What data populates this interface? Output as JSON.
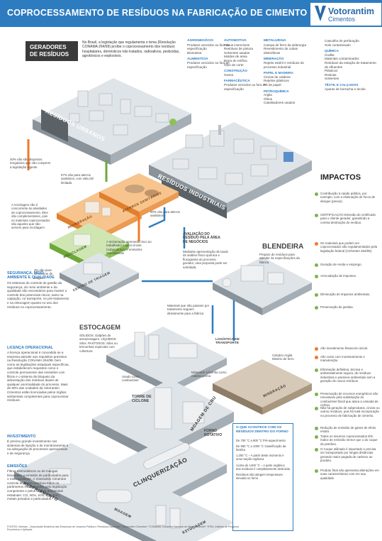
{
  "header": {
    "title": "COPROCESSAMENTO DE RESÍDUOS NA FABRICAÇÃO DE CIMENTO",
    "logo_name": "Votorantim",
    "logo_sub": "Cimentos"
  },
  "generators": {
    "label_line1": "GERADORES",
    "label_line2": "DE RESÍDUOS",
    "intro": "No Brasil, a legislação que regulamenta o tema (Resolução CONAMA 264/99) proíbe o coprocessamento dos resíduos hospitalares, domésticos não tratados, radioativos, pesticidas, agrotóxicos e explosivos.",
    "categories": [
      {
        "title": "AGRONEGÓCIO",
        "items": [
          "Produtos vencidos ou fora de especificação",
          "Biomassa"
        ],
        "sub_title": "ALIMENTÍCIA",
        "sub_items": [
          "Produtos vencidos ou fora de especificação"
        ]
      },
      {
        "title": "AUTOMOTIVA",
        "items": [
          "Pneus inservíveis",
          "Resíduos de pintura",
          "Solventes usados",
          "Moldes de areia",
          "Borra de retífica",
          "Óleo de corte"
        ],
        "sub_title": "CONSTRUÇÃO",
        "sub_items": [
          "Gesso"
        ],
        "sub2_title": "FARMACÊUTICA",
        "sub2_items": [
          "Produtos vencidos ou fora de especificação"
        ]
      },
      {
        "title": "METALURGIA",
        "items": [
          "Carepa de ferro da siderurgia",
          "Revestimento de cubas eletrolíticas"
        ],
        "sub_title": "MINERAÇÃO",
        "sub_items": [
          "Rejeito estéril e resíduos do processo industrial"
        ],
        "sub2_title": "PAPEL E MADEIRA",
        "sub2_items": [
          "Cinzas de caldeira",
          "Rejeitos plásticos",
          "Pó de papel"
        ],
        "sub3_title": "PETROQUÍMICA",
        "sub3_items": [
          "Argila",
          "Óleos",
          "Catalisadores usados"
        ]
      },
      {
        "title": "",
        "items": [
          "Cascalho de perfuração",
          "Solo contaminado"
        ],
        "sub_title": "QUÍMICA",
        "sub_items": [
          "Grafite",
          "Materiais contaminados",
          "Resíduos da estação de tratamento de efluentes",
          "Plásticos",
          "Resinas",
          "Solventes"
        ],
        "sub2_title": "TÊXTIL E CALÇADOS",
        "sub2_items": [
          "Aparas de borracha e tecido"
        ]
      }
    ]
  },
  "platforms": {
    "urban": "RESÍDUOS URBANOS",
    "industrial": "RESÍDUOS INDUSTRIAIS",
    "incineracao": "INCINERAÇÃO",
    "aterros": "ATERROS SANITÁRIOS",
    "reciclagem": "RECICLAGEM",
    "centro_triagem": "CENTRO DE TRIAGEM",
    "blendeira": "BLENDEIRA",
    "estocagem": "ESTOCAGEM",
    "torre": "TORRE DE CICLONE",
    "moagem_cru": "MOAGEM DE CRU",
    "mineracao": "MINERAÇÃO",
    "forno": "FORNO ROTATIVO",
    "clinquerizacao": "CLINQUERIZAÇÃO",
    "resfriamento": "RESFRIAMENTO",
    "moagem": "MOAGEM",
    "expedicao": "ESTOCAGEM"
  },
  "notes": {
    "pct40": "40% não são dispostos irregulares que não cumprem a legislação vigente",
    "pct57": "57% são para aterros sanitários, com vida útil limitada",
    "pct3": "3% são para os centros de triagem",
    "reciclagem_note": "A reciclagem não é concorrente às atividades de coprocessamento. Eles são complementares, pois os materiais coprocessados são aqueles que não servem para reciclagem",
    "pct90": "90% vão para aterros sanitários",
    "incineracao_note": "A incineração apresenta risco ao trabalhador e gera cinzas (subprodutos) e emissões atmosféricas",
    "avaliacao": "AVALIAÇÃO DO RESÍDUO PELA ÁREA DE NEGÓCIOS",
    "avaliacao_text": "Mediante apresentação de laudo de análise físico-química e fluxograma do processo gerador, uma proposta pode ser solicitada.",
    "blendeira_text": "Preparo de resíduos para atender às especificações da fábrica",
    "materiais": "Materiais que não passam por tratamento seguem diretamente para a fábrica",
    "logistica": "LOGÍSTICA DE TRANSPORTE",
    "estocagem_text": "SÓLIDOS: Galpões de armazenagem. LÍQUIDOS: Silos. PASTOSOS: Silos ou tremonhas especiais com cobertura",
    "calcario": "Calcário Argila Minério de ferro",
    "usado_como": "Usado como combustível",
    "misturado": "Misturado à farinha como matéria-prima"
  },
  "left": [
    {
      "title": "SEGURANÇA, MEIO AMBIENTE E QUALIDADE",
      "text": "Os sistemas de controle de gestão da segurança, do meio ambiente e da qualidade são necessários para manter o controle dos potenciais riscos, tanto na captação, no transporte, no pré-tratamento e na estocagem quanto no uso dos resíduos no coprocessamento."
    },
    {
      "title": "LICENÇA OPERACIONAL",
      "text": "A licença operacional é concedida se a empresa atender aos requisitos previstos na Resolução CONAMA 264/99, bem como as legislações estaduais específicas, que estabelecem requisitos como o controle permanente das emissões com filtros e o sistema de bloqueio da alimentação dos resíduos diante de qualquer anormalidade do processo. Mais de 90% das unidades da Votorantim Cimentos estão licenciadas pelos órgãos ambientais competentes para coprocessar resíduos."
    },
    {
      "title": "INVESTIMENTO",
      "text": "É preciso grande investimento nos sistemas de injeção e de monitoramento e na adequação de processos operacionais e de segurança."
    },
    {
      "title": "EMISSÕES",
      "text": "Filtros eletrostáticos ou de mangas bloqueiam a emissão de partículados para o meio ambiente. A Votorantim Cimentos controla de forma contínua todos os parâmetros estabelecidos pela legislação competente e pelos órgãos ambientais estaduais: CO, NOx, SOx, CO, THC, metais pesados e particulados."
    }
  ],
  "impacts": {
    "title": "IMPACTOS",
    "items": [
      {
        "type": "positive",
        "text": "Contribuição à saúde pública, por exemplo, com a eliminação de focos de dengue (pneus)."
      },
      {
        "type": "positive",
        "text": "CERTIFICAÇÃO Emissão de certificado para o cliente gerador, garantindo a correta destruição do resíduo."
      },
      {
        "type": "negative",
        "text": "Os materiais que podem ser coprocessados são regulamentados pela legislação federal (CONAMA 264/99)."
      },
      {
        "type": "positive",
        "text": "Geração de renda e emprego."
      },
      {
        "type": "positive",
        "text": "Arrecadação de impostos."
      },
      {
        "type": "positive",
        "text": "Diminuição de impactos ambientais."
      },
      {
        "type": "positive",
        "text": "Preservação de jazidas."
      },
      {
        "type": "negative",
        "text": "Alto investimento financeiro inicial."
      },
      {
        "type": "negative",
        "text": "Alto custo com monitoramento e manutenção."
      },
      {
        "type": "positive",
        "text": "Eliminação definitiva, técnica e ambientalmente segura, de resíduos industriais e passivos ambientais sem a geração de novos resíduos."
      },
      {
        "type": "positive",
        "text": "Preservação de recursos energéticos não renováveis pela substituição do combustível fóssil que ataca a camada de ozônio."
      },
      {
        "type": "positive",
        "text": "Não há geração de subprodutos, cinzas ou outros resíduos, pois há total incorporação no processo de fabricação de cimento."
      },
      {
        "type": "positive",
        "text": "Redução de emissão de gases de efeito estufa."
      },
      {
        "type": "positive",
        "text": "Todos os insumos coprocessados têm índice de emissão menor que o do coque de petróleo."
      },
      {
        "type": "positive",
        "text": "O Coque utilizado é importado e precisa ser transportado por longas distâncias gerando maior pegada de carbono ao produto."
      },
      {
        "type": "positive",
        "text": "Produto final não apresenta alterações em suas características com em sua qualidade."
      }
    ]
  },
  "what_box": {
    "title": "O QUE ACONTECE COM OS RESÍDUOS DENTRO DO FORNO",
    "lines": [
      "De 700 °C a 900 °C Pré-aquecimento",
      "De 900 °C a 1000 °C Gaseificação da farinha",
      "1.200 °C – A partir deste momento é uma reação orgânica",
      "Acima de 1400 °C – A parte orgânica dos resíduos é completamente destruída",
      "Resíduos não atingem temperatura elevada no forno"
    ]
  },
  "footnote": "FONTES: Abrelpe – Associação Brasileira das Empresas de Limpeza Pública e Resíduos Especiais¹; \"Votorantim Cimentos\"; ²CONAMA: Conselho Nacional do Meio Ambiente³; \"IPEA: Instituto de Pesquisa Econômica e Aplicada"
}
